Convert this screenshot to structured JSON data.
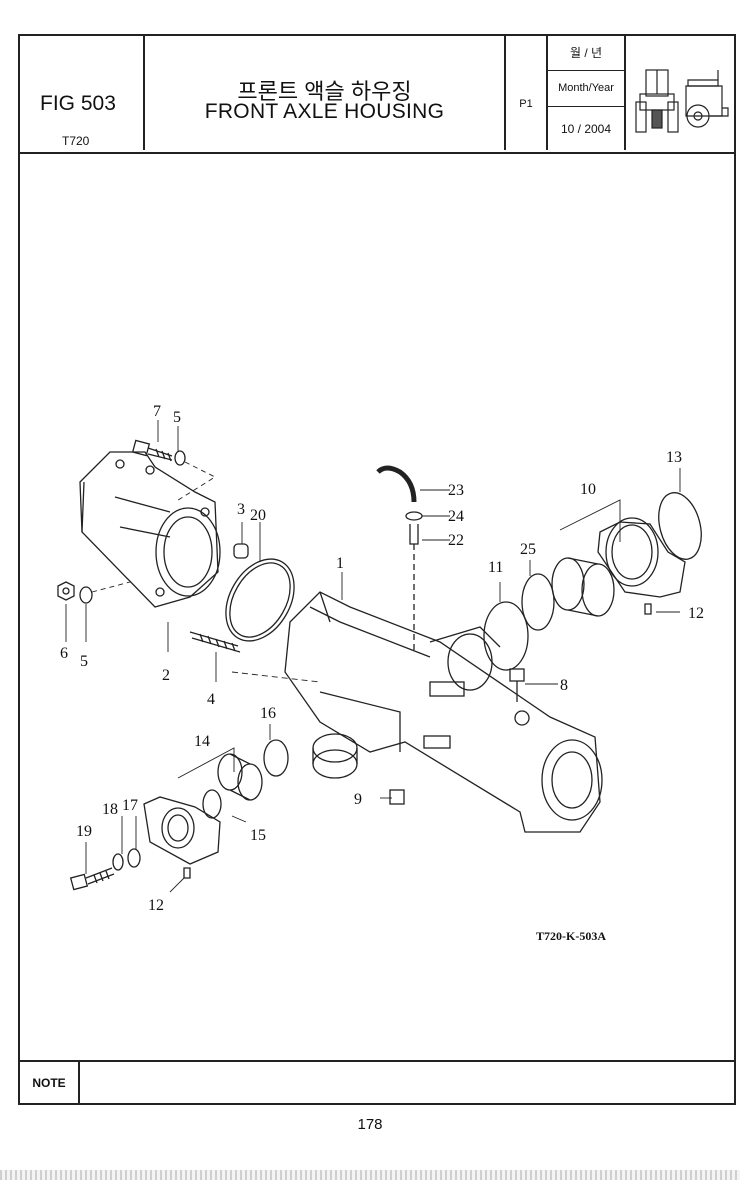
{
  "header": {
    "fig_code": "FIG 503",
    "model": "T720",
    "title_ko": "프론트 액슬 하우징",
    "title_en": "FRONT AXLE HOUSING",
    "page_id": "P1",
    "date_label_ko": "월 / 년",
    "date_label_en": "Month/Year",
    "date_value": "10 / 2004"
  },
  "diagram": {
    "drawing_code": "T720-K-503A",
    "callouts": [
      "7",
      "5",
      "3",
      "20",
      "6",
      "5",
      "2",
      "4",
      "1",
      "23",
      "24",
      "22",
      "13",
      "10",
      "25",
      "11",
      "12",
      "8",
      "16",
      "14",
      "9",
      "18",
      "17",
      "19",
      "15",
      "12"
    ]
  },
  "note": {
    "label": "NOTE"
  },
  "footer": {
    "page_number": "178"
  }
}
